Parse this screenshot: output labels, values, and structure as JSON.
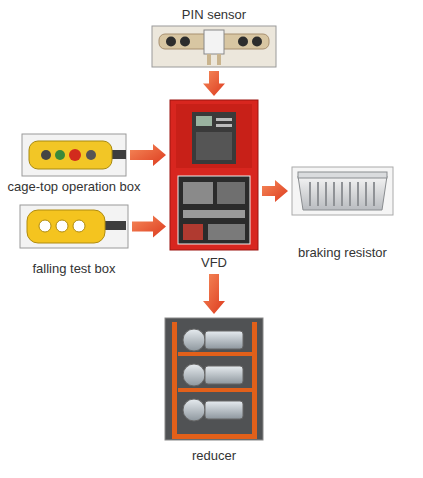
{
  "diagram": {
    "nodes": [
      {
        "text": [
          "PIN sensor"
        ]
      },
      {
        "text": [
          "cage-top operation box"
        ]
      },
      {
        "text": [
          "falling test box"
        ]
      },
      {
        "text": [
          "VFD"
        ]
      },
      {
        "text": [
          "braking resistor"
        ]
      },
      {
        "text": [
          "reducer"
        ]
      }
    ],
    "edges": [
      {
        "from": 0,
        "to": 3,
        "arrow": "to"
      },
      {
        "from": 1,
        "to": 3,
        "arrow": "to"
      },
      {
        "from": 2,
        "to": 3,
        "arrow": "to"
      },
      {
        "from": 3,
        "to": 4,
        "arrow": "to"
      },
      {
        "from": 3,
        "to": 5,
        "arrow": "to"
      }
    ]
  }
}
